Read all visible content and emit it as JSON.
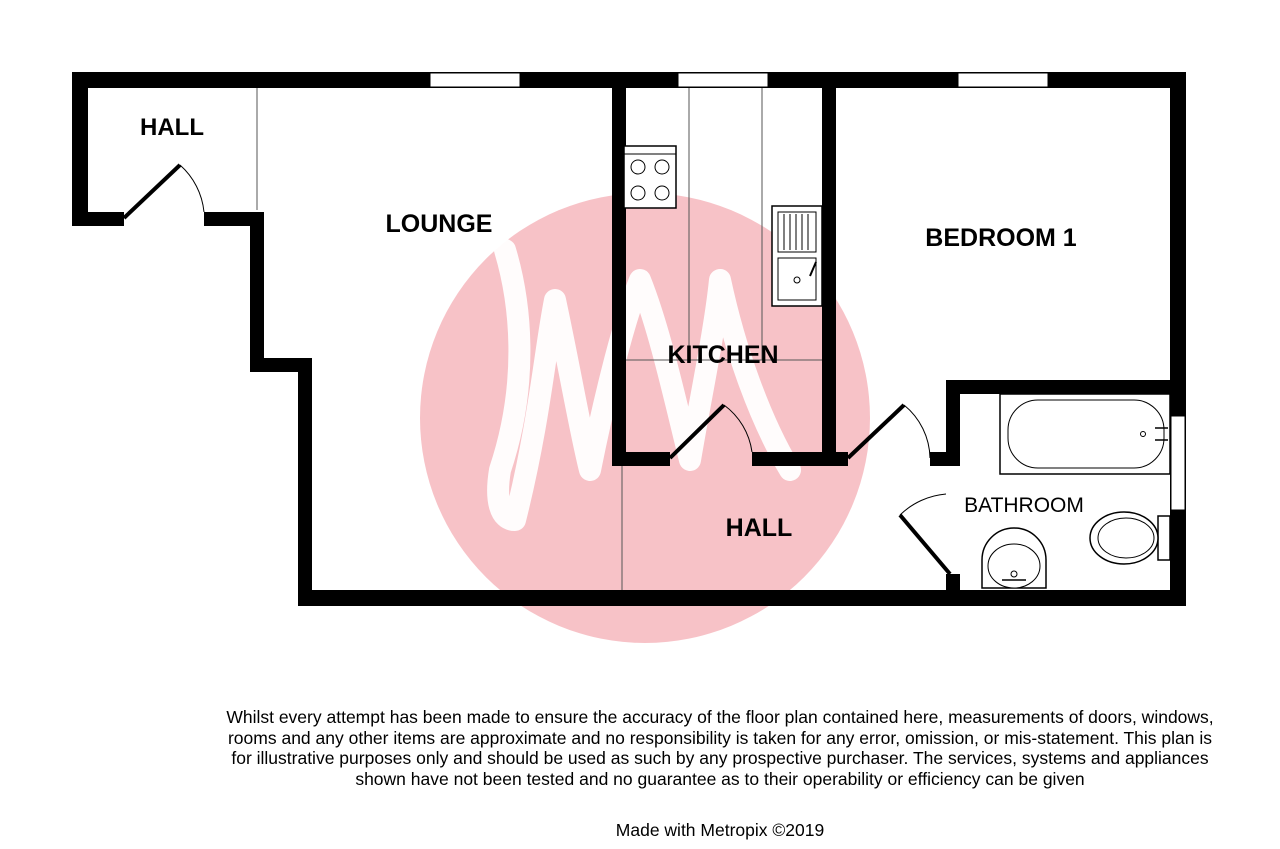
{
  "rooms": {
    "hall_entrance": "HALL",
    "lounge": "LOUNGE",
    "kitchen": "KITCHEN",
    "bedroom": "BEDROOM 1",
    "hall_inner": "HALL",
    "bathroom": "BATHROOM"
  },
  "watermark": {
    "color": "#f4a6ae",
    "logo_text": "MN"
  },
  "disclaimer": "Whilst every attempt has been made to ensure the accuracy of the floor plan contained here, measurements of doors, windows, rooms and any other items are approximate and no responsibility is taken for any error, omission, or mis-statement. This plan is for illustrative purposes only and should be used as such by any prospective purchaser. The services, systems and appliances shown have not been tested and no guarantee as to their operability or efficiency can be given",
  "credit": "Made with Metropix ©2019"
}
